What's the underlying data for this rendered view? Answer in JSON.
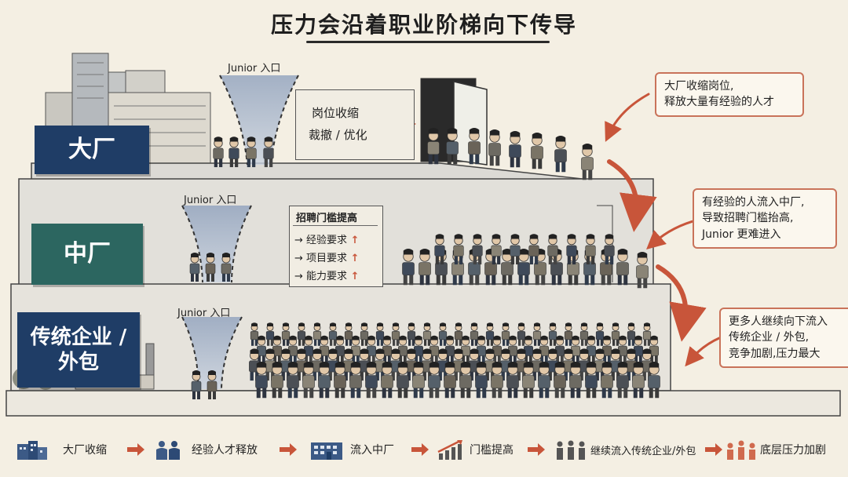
{
  "title": "压力会沿着职业阶梯向下传导",
  "tiers": [
    {
      "label_lines": [
        "大厂"
      ],
      "color": "#1f3d66"
    },
    {
      "label_lines": [
        "中厂"
      ],
      "color": "#2c6660"
    },
    {
      "label_lines": [
        "传统企业 /",
        "外包"
      ],
      "color": "#1f3d66"
    }
  ],
  "junior_entries": [
    "Junior 入口",
    "Junior 入口",
    "Junior 入口"
  ],
  "big_factory_note": {
    "lines": [
      "岗位收缩",
      "裁撤 / 优化"
    ]
  },
  "mid_factory_note": {
    "header": "招聘门槛提高",
    "items": [
      "经验要求",
      "项目要求",
      "能力要求"
    ]
  },
  "callouts": [
    {
      "lines": [
        "大厂收缩岗位,",
        "释放大量有经验的人才"
      ]
    },
    {
      "lines": [
        "有经验的人流入中厂,",
        "导致招聘门槛抬高,",
        "Junior 更难进入"
      ]
    },
    {
      "lines": [
        "更多人继续向下流入",
        "传统企业 / 外包,",
        "竞争加剧,压力最大"
      ]
    }
  ],
  "flow": [
    {
      "label": "大厂收缩",
      "icon": "office-building-icon"
    },
    {
      "label": "经验人才释放",
      "icon": "two-people-icon"
    },
    {
      "label": "流入中厂",
      "icon": "building-icon"
    },
    {
      "label": "门槛提高",
      "icon": "rising-chart-icon"
    },
    {
      "label": "继续流入传统企业/外包",
      "icon": "group-icon"
    },
    {
      "label": "底层压力加剧",
      "icon": "crowd-icon"
    }
  ],
  "colors": {
    "accent_arrow": "#c8553a",
    "callout_border": "#c9735a",
    "background": "#f4efe3"
  }
}
